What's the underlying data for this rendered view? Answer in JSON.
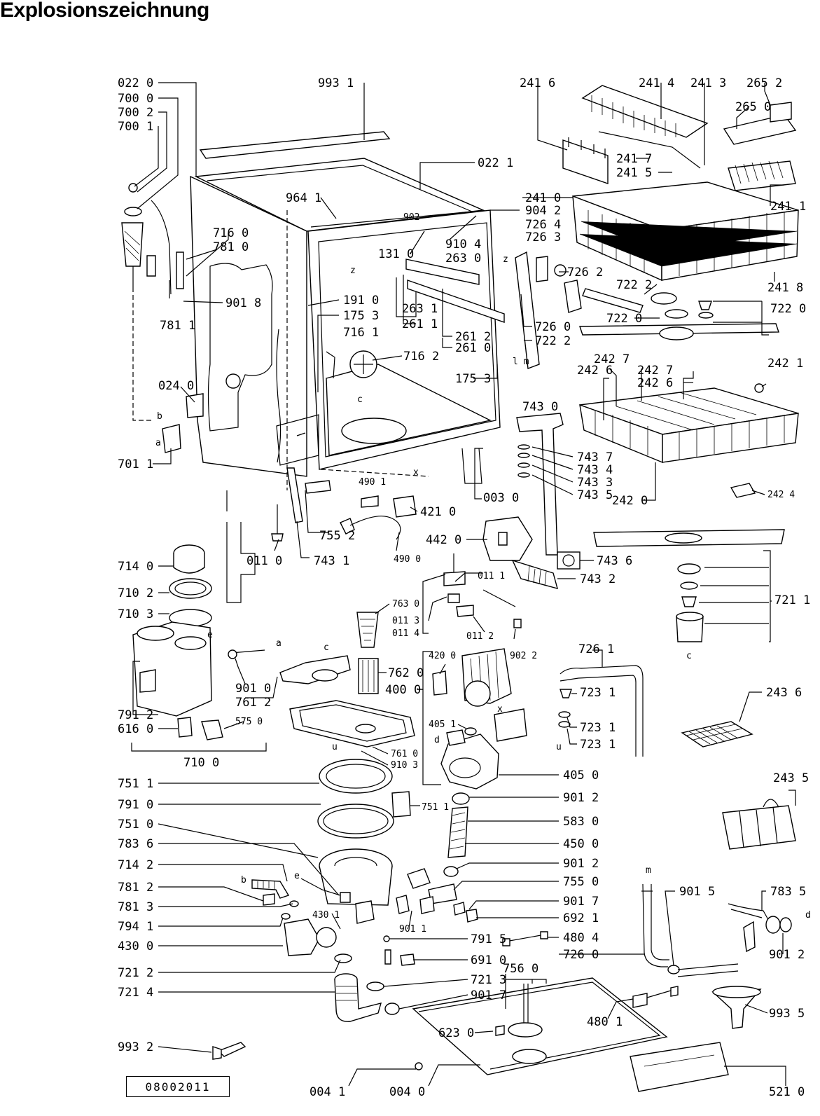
{
  "title": "Explosionszeichnung",
  "document_number": "08002011",
  "labels": {
    "p0220": "022 0",
    "p7000": "700 0",
    "p7002": "700 2",
    "p7001": "700 1",
    "p9931": "993 1",
    "p2416": "241 6",
    "p2414": "241 4",
    "p2413": "241 3",
    "p2652": "265 2",
    "p2650": "265 0",
    "p2417": "241 7",
    "p2415": "241 5",
    "p0221": "022 1",
    "p9641": "964 1",
    "p902": "902",
    "p9042": "904 2",
    "p2410": "241 0",
    "p7264": "726 4",
    "p7263": "726 3",
    "p7262": "726 2",
    "p2411": "241 1",
    "p2418": "241 8",
    "p7160": "716 0",
    "p7810": "781 0",
    "p1310": "131 0",
    "p9104": "910 4",
    "p2630": "263 0",
    "p7222a": "722 2",
    "p7220": "722 0",
    "p7220b": "722 0",
    "p9018": "901 8",
    "p1910": "191 0",
    "p1753a": "175 3",
    "p2631": "263 1",
    "p2611": "261 1",
    "p7811": "781 1",
    "p7161": "716 1",
    "p2612": "261 2",
    "p2610": "261 0",
    "p7260a": "726 0",
    "p7222b": "722 2",
    "p7162": "716 2",
    "p2427a": "242 7",
    "p2426a": "242 6",
    "p2427b": "242 7",
    "p2426b": "242 6",
    "p2421": "242 1",
    "p1753b": "175 3",
    "p0240": "024 0",
    "p7430": "743 0",
    "p7437": "743 7",
    "p7434": "743 4",
    "p7433": "743 3",
    "p7435": "743 5",
    "p7011": "701 1",
    "p2420": "242 0",
    "p2424": "242 4",
    "p4901": "490 1",
    "p0030": "003 0",
    "p4210": "421 0",
    "p7552": "755 2",
    "p4420": "442 0",
    "p0110": "011 0",
    "p7431": "743 1",
    "p4900": "490 0",
    "p7436": "743 6",
    "p7140": "714 0",
    "p7432": "743 2",
    "p7102": "710 2",
    "p0111": "011 1",
    "p7211": "721 1",
    "p7630": "763 0",
    "p7103": "710 3",
    "p0113": "011 3",
    "p0114": "011 4",
    "p0112": "011 2",
    "p9022": "902 2",
    "p7261": "726 1",
    "p4200": "420 0",
    "p9010": "901 0",
    "p7612": "761 2",
    "p7620": "762 0",
    "p4000": "400 0",
    "p7231a": "723 1",
    "p2436": "243 6",
    "p7912": "791 2",
    "p6160": "616 0",
    "p5750": "575 0",
    "p4051": "405 1",
    "p7231b": "723 1",
    "p7231c": "723 1",
    "p7610": "761 0",
    "p9103": "910 3",
    "p7100": "710 0",
    "p7511a": "751 1",
    "p4050": "405 0",
    "p2435": "243 5",
    "p7910": "791 0",
    "p7511b": "751 1",
    "p9012a": "901 2",
    "p7510": "751 0",
    "p5830": "583 0",
    "p7836": "783 6",
    "p4500": "450 0",
    "p7142": "714 2",
    "p9012b": "901 2",
    "p7812": "781 2",
    "p7550": "755 0",
    "p9015": "901 5",
    "p7835": "783 5",
    "p7813": "781 3",
    "p9017a": "901 7",
    "p7941": "794 1",
    "p4301": "430 1",
    "p6921": "692 1",
    "p9011": "901 1",
    "p9012c": "901 2",
    "p4300": "430 0",
    "p7915": "791 5",
    "p4804": "480 4",
    "p6910": "691 0",
    "p7260b": "726 0",
    "p7212": "721 2",
    "p7213": "721 3",
    "p7560": "756 0",
    "p7214": "721 4",
    "p9017b": "901 7",
    "p4801": "480 1",
    "p9935": "993 5",
    "p6230": "623 0",
    "p9932": "993 2",
    "p0041": "004 1",
    "p0040": "004 0",
    "p5210": "521 0"
  },
  "letters": {
    "z1": "z",
    "z2": "z",
    "lm": "l m",
    "b1": "b",
    "a1": "a",
    "c1": "c",
    "x1": "x",
    "e1": "e",
    "a2": "a",
    "c2": "c",
    "x2": "x",
    "u1": "u",
    "d1": "d",
    "c3": "c",
    "e2": "e",
    "b2": "b",
    "m1": "m",
    "d2": "d",
    "u2": "u"
  }
}
